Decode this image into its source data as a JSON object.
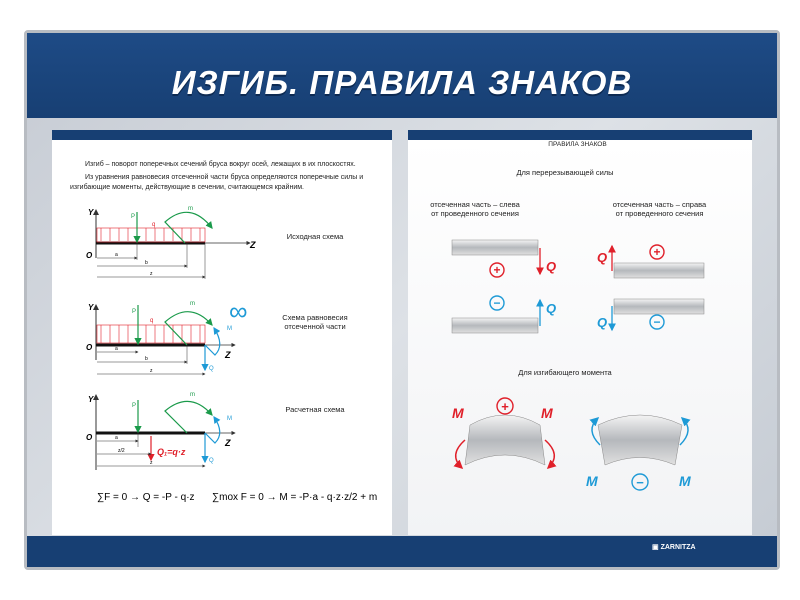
{
  "title": "ИЗГИБ. ПРАВИЛА ЗНАКОВ",
  "left": {
    "intro1": "Изгиб – поворот поперечных сечений бруса вокруг осей, лежащих в их плоскостях.",
    "intro2": "Из уравнения равновесия отсеченной части бруса определяются поперечные силы и изгибающие моменты, действующие в сечении, считающемся крайним.",
    "schemes": [
      "Исходная схема",
      "Схема равновесия отсеченной части",
      "Расчетная схема"
    ],
    "axis": {
      "y": "Y",
      "z": "Z",
      "o": "O"
    },
    "labels": {
      "p": "P",
      "q": "q",
      "m": "m",
      "a": "a",
      "b": "b",
      "z": "z",
      "z2": "z/2",
      "M": "M",
      "Q": "Q",
      "Q1": "Q₁=q·z",
      "inf": "∞"
    },
    "formula1": "∑F = 0 → Q = -P - q·z",
    "formula2": "∑mox F = 0 → M = -P·a - q·z·z/2 + m"
  },
  "right": {
    "header": "ПРАВИЛА ЗНАКОВ",
    "shear_title": "Для перерезывающей силы",
    "left_part": "отсеченная часть – слева от проведенного сечения",
    "right_part": "отсеченная часть – справа от проведенного сечения",
    "moment_title": "Для изгибающего момента",
    "Q": "Q",
    "M": "M",
    "plus": "+",
    "minus": "−"
  },
  "footer": {
    "brand": "ZARNITZA"
  },
  "colors": {
    "blue": "#173f73",
    "red": "#e0202a",
    "green": "#1a9a4a",
    "cyan": "#1e9ad6"
  }
}
